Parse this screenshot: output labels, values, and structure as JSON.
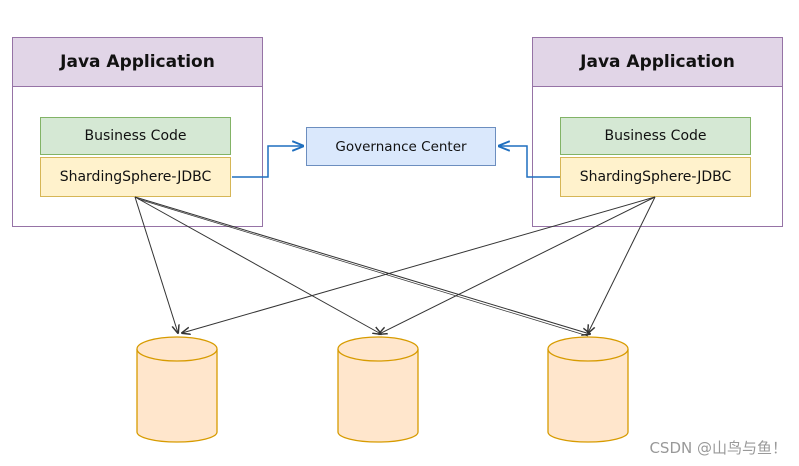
{
  "apps": [
    {
      "title": "Java Application",
      "business": "Business Code",
      "jdbc": "ShardingSphere-JDBC"
    },
    {
      "title": "Java Application",
      "business": "Business Code",
      "jdbc": "ShardingSphere-JDBC"
    }
  ],
  "governance": "Governance Center",
  "watermark": "CSDN @山鸟与鱼！",
  "colors": {
    "app_fill": "#e1d5e7",
    "app_stroke": "#9673a6",
    "business_fill": "#d5e8d4",
    "business_stroke": "#82b366",
    "jdbc_fill": "#fff2cc",
    "jdbc_stroke": "#d6b656",
    "governance_fill": "#dae8fc",
    "governance_stroke": "#6c8ebf",
    "db_fill": "#ffe6cc",
    "db_stroke": "#d79b00",
    "link_blue": "#1f6fbf"
  }
}
